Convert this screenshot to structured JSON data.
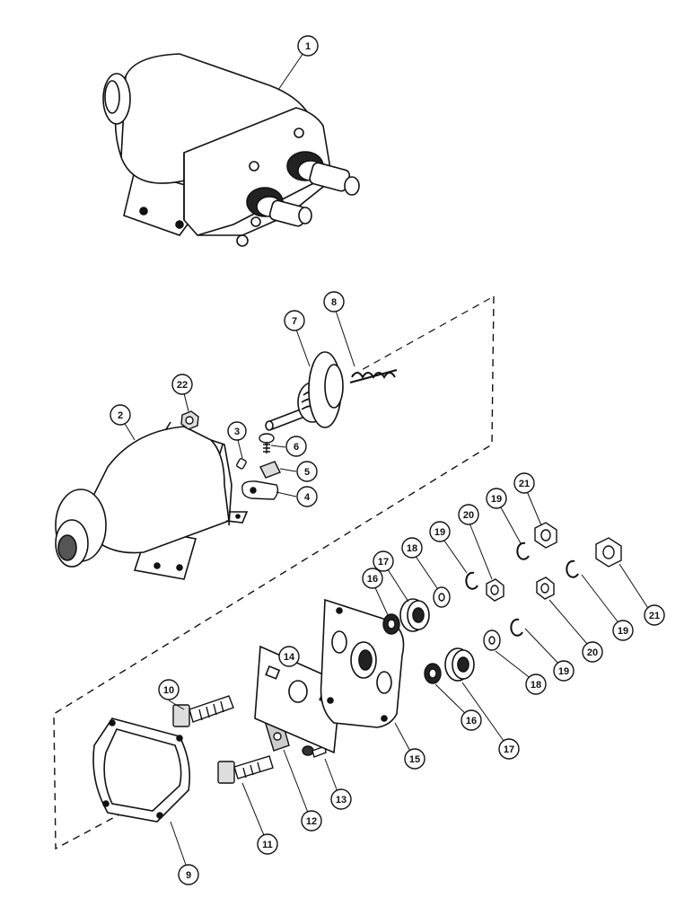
{
  "diagram": {
    "callouts": [
      "1",
      "2",
      "3",
      "4",
      "5",
      "6",
      "7",
      "8",
      "9",
      "10",
      "11",
      "12",
      "13",
      "14",
      "15",
      "16",
      "16",
      "17",
      "17",
      "18",
      "18",
      "19",
      "19",
      "19",
      "19",
      "20",
      "20",
      "21",
      "21",
      "22"
    ]
  }
}
